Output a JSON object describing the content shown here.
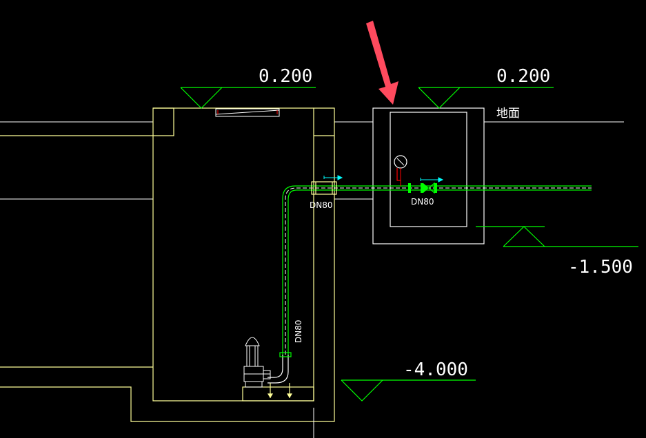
{
  "colors": {
    "background": "#000000",
    "structure": "#ffff99",
    "ground_line": "#ffffff",
    "pipe": "#00ff00",
    "pipe_highlight": "#ffffff",
    "flow_arrow": "#00ffff",
    "elevation_symbol": "#00ff00",
    "callout_arrow": "#ff4a5e",
    "gauge_tap": "#ff0000",
    "text": "#ffffff"
  },
  "elevations": {
    "pit_top": "0.200",
    "valve_chamber_top": "0.200",
    "valve_chamber_bottom": "-1.500",
    "pit_bottom": "-4.000"
  },
  "labels": {
    "ground": "地面",
    "dn_outlet": "DN80",
    "dn_chamber": "DN80",
    "dn_riser": "DN80"
  },
  "icons": {
    "pressure_gauge": "pressure-gauge-icon",
    "submersible_pump": "submersible-pump-icon",
    "check_valve": "check-valve-icon",
    "gate_valve": "gate-valve-icon",
    "callout": "red-arrow-icon"
  }
}
